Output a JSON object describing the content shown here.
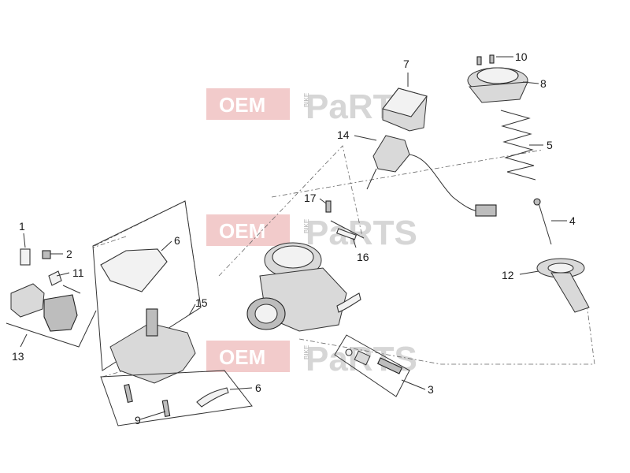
{
  "watermark": {
    "oem": "OEM",
    "bike": "BIKE",
    "parts": "PaRTS"
  },
  "callouts": [
    {
      "id": "1",
      "label": "1"
    },
    {
      "id": "2",
      "label": "2"
    },
    {
      "id": "3",
      "label": "3"
    },
    {
      "id": "4",
      "label": "4"
    },
    {
      "id": "5",
      "label": "5"
    },
    {
      "id": "6a",
      "label": "6"
    },
    {
      "id": "6b",
      "label": "6"
    },
    {
      "id": "7",
      "label": "7"
    },
    {
      "id": "8",
      "label": "8"
    },
    {
      "id": "9",
      "label": "9"
    },
    {
      "id": "10",
      "label": "10"
    },
    {
      "id": "11",
      "label": "11"
    },
    {
      "id": "12",
      "label": "12"
    },
    {
      "id": "13",
      "label": "13"
    },
    {
      "id": "14",
      "label": "14"
    },
    {
      "id": "15",
      "label": "15"
    },
    {
      "id": "16",
      "label": "16"
    },
    {
      "id": "17",
      "label": "17"
    }
  ]
}
